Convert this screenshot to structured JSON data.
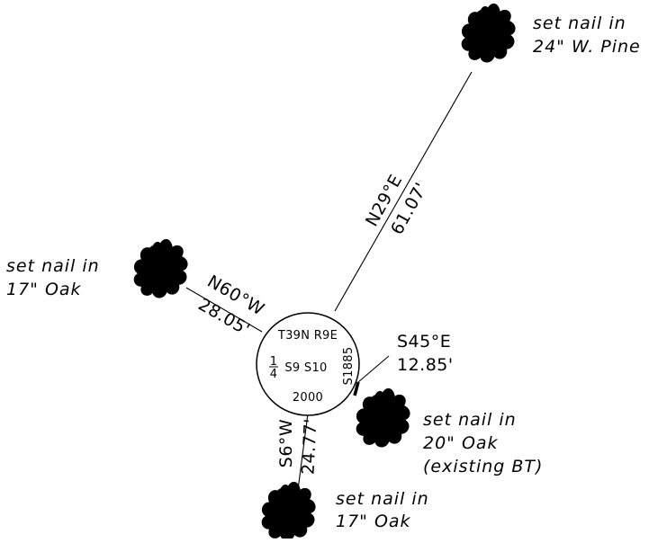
{
  "monument": {
    "township_range": "T39N R9E",
    "quarter": "1/4",
    "quarter_num": "1",
    "quarter_den": "4",
    "sections": "S9 S10",
    "year": "S1885",
    "number": "2000"
  },
  "ties": [
    {
      "id": "ne",
      "bearing": "N29°E",
      "distance": "61.07'",
      "note_line1": "set nail in",
      "note_line2": "24\" W. Pine",
      "note_line3": ""
    },
    {
      "id": "nw",
      "bearing": "N60°W",
      "distance": "28.05'",
      "note_line1": "set nail in",
      "note_line2": "17\" Oak",
      "note_line3": ""
    },
    {
      "id": "se",
      "bearing": "S45°E",
      "distance": "12.85'",
      "note_line1": "set nail in",
      "note_line2": "20\" Oak",
      "note_line3": "(existing BT)"
    },
    {
      "id": "s",
      "bearing": "S6°W",
      "distance": "24.77'",
      "note_line1": "set nail in",
      "note_line2": "17\" Oak",
      "note_line3": ""
    }
  ],
  "icons": [
    "tree-icon",
    "monument-circle"
  ]
}
